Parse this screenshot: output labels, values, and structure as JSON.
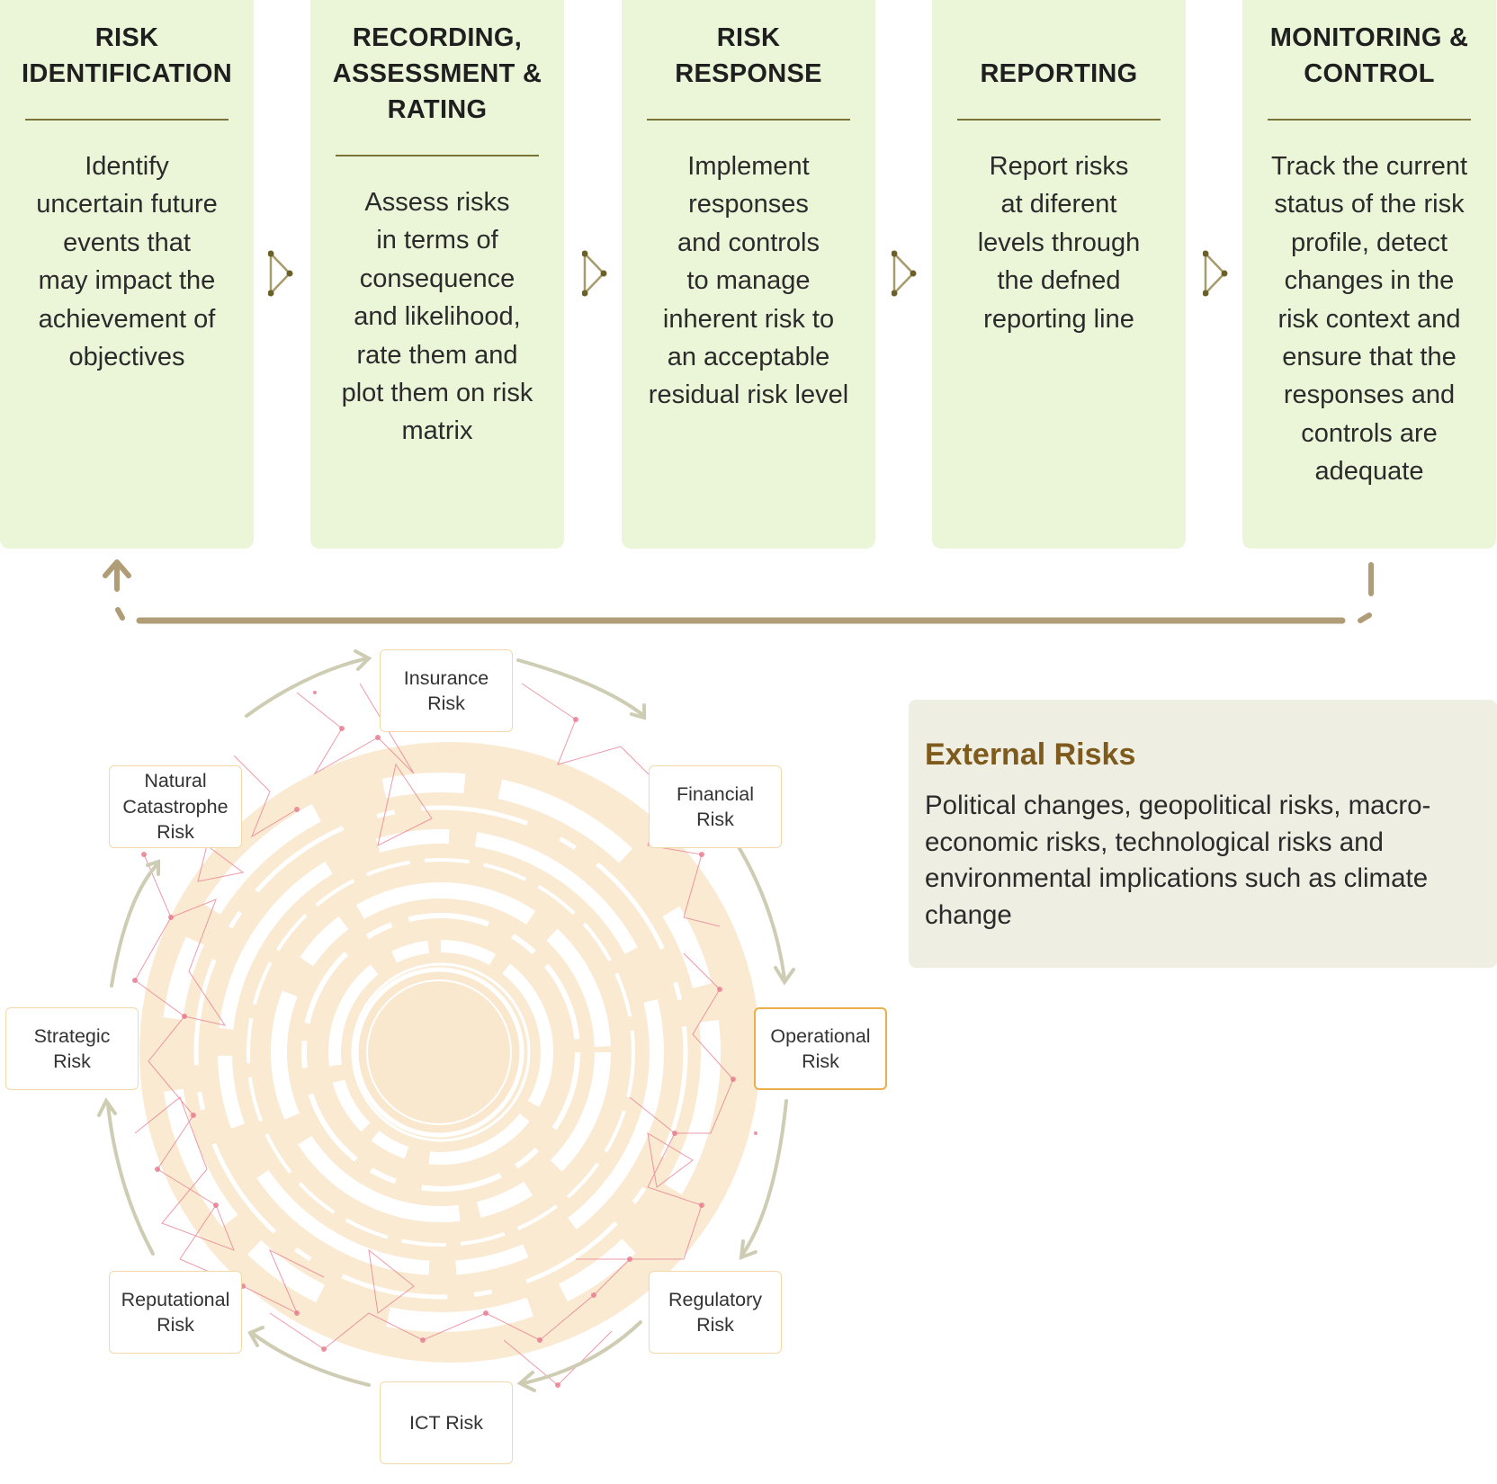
{
  "process": {
    "steps": [
      {
        "title": "RISK\nIDENTIFICATION",
        "description": "Identify\nuncertain future\nevents that\nmay impact the\nachievement of\nobjectives"
      },
      {
        "title": "RECORDING,\nASSESSMENT &\nRATING",
        "description": "Assess risks\nin terms of\nconsequence\nand likelihood,\nrate them and\nplot them on risk\nmatrix"
      },
      {
        "title": "RISK\nRESPONSE",
        "description": "Implement\nresponses\nand controls\nto manage\ninherent risk to\nan acceptable\nresidual risk level"
      },
      {
        "title": "REPORTING",
        "description": "Report risks\nat diferent\nlevels through\nthe defned\nreporting line"
      },
      {
        "title": "MONITORING &\nCONTROL",
        "description": "Track the current\nstatus of the risk\nprofile, detect\nchanges in the\nrisk context and\nensure that the\nresponses and\ncontrols are\nadequate"
      }
    ]
  },
  "risk_wheel": {
    "categories": [
      "Insurance\nRisk",
      "Financial\nRisk",
      "Operational\nRisk",
      "Regulatory\nRisk",
      "ICT Risk",
      "Reputational\nRisk",
      "Strategic\nRisk",
      "Natural\nCatastrophe\nRisk"
    ],
    "highlighted": "Operational\nRisk"
  },
  "external_risks": {
    "title": "External Risks",
    "body": "Political changes, geopolitical risks, macro-economic risks, technological risks and environmental implications such as climate change"
  },
  "colors": {
    "card_bg": "#ebf6d9",
    "rule": "#7a7436",
    "loop_arrow": "#b09d78",
    "wheel_fill": "#f9e8cd",
    "network": "#e8798d",
    "box_border": "#f3d9a8",
    "highlight_border": "#ecae4a",
    "panel_bg": "#eeeee2",
    "panel_title": "#7f5a1d"
  }
}
